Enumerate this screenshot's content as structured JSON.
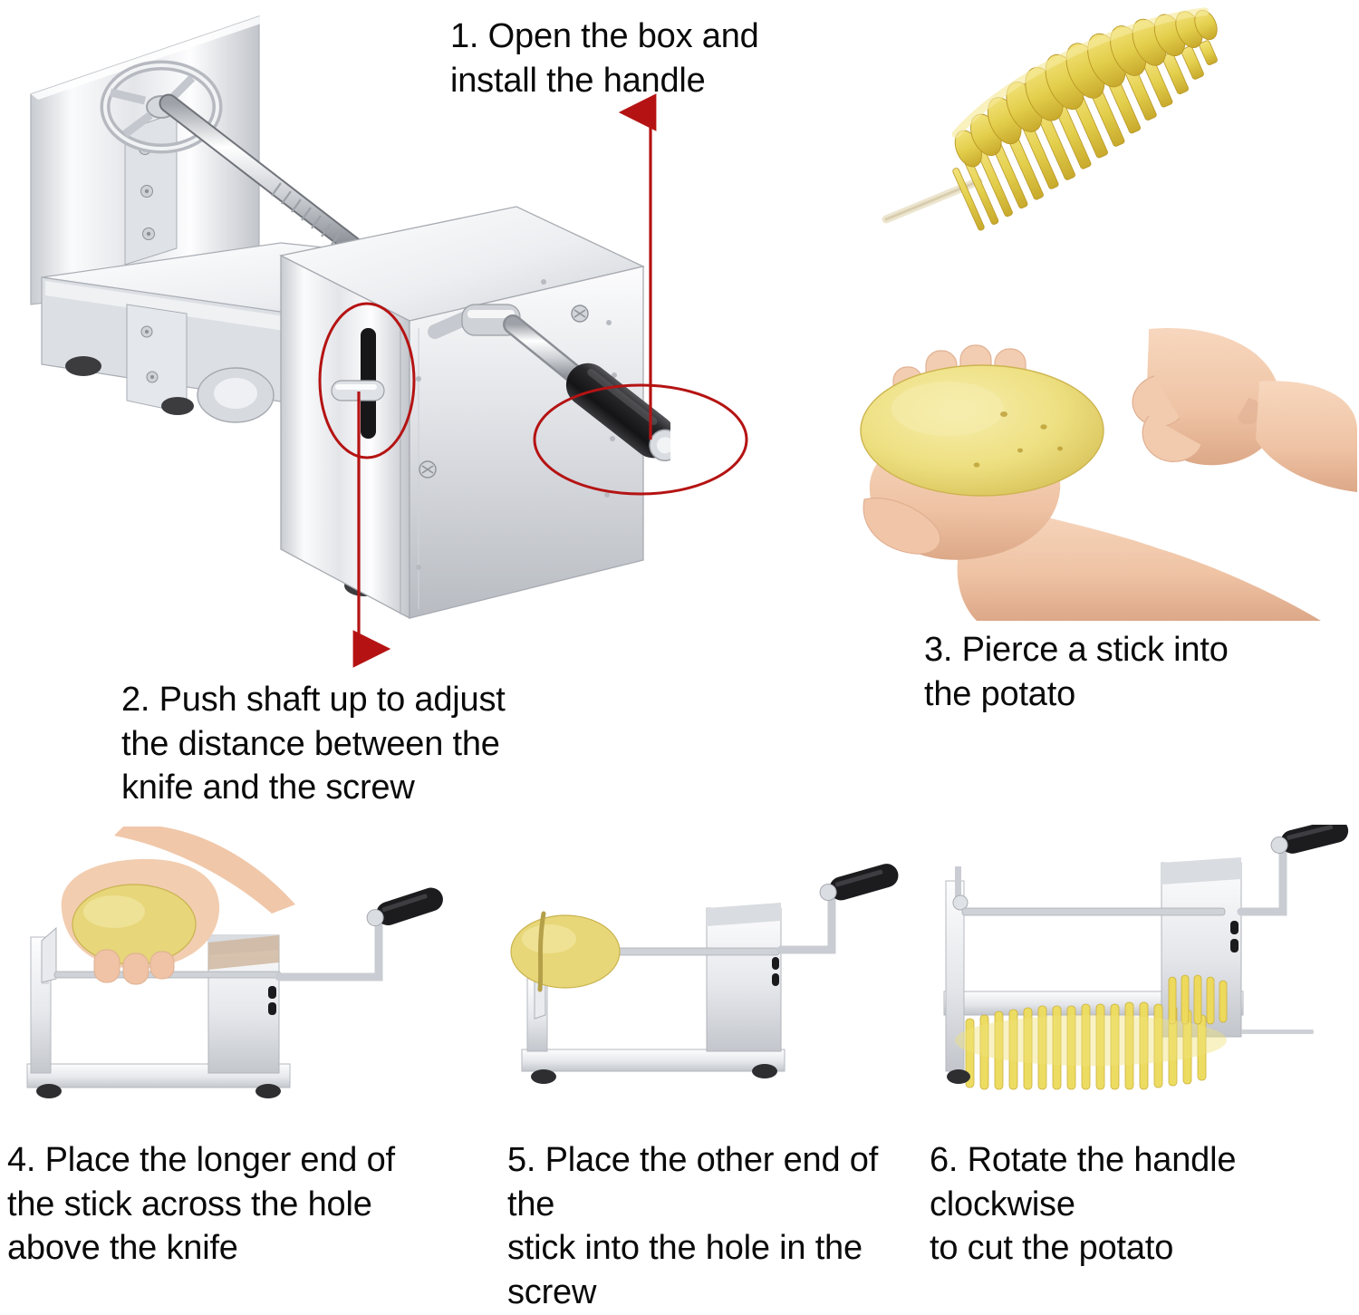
{
  "document": {
    "type": "product-instruction-sheet",
    "subject": "Stainless steel spiral potato cutter / twisted potato slicer",
    "background_color": "#ffffff",
    "text_color": "#0a0a0a",
    "annotation_color": "#b51313"
  },
  "steps": [
    {
      "number": "1.",
      "text": "1. Open the box and\n    install the handle",
      "caption_lines": [
        "1. Open the box and",
        "install the handle"
      ],
      "panel": "main-machine-photo"
    },
    {
      "number": "2.",
      "text": "2. Push shaft up to adjust\n    the distance between the\n    knife and the screw",
      "caption_lines": [
        "2. Push shaft up to adjust",
        "the distance between the",
        "knife and the screw"
      ],
      "panel": "main-machine-photo"
    },
    {
      "number": "3.",
      "text": "3. Pierce a stick into\n    the potato",
      "caption_lines": [
        "3. Pierce a stick into",
        "the potato"
      ],
      "panel": "hand-potato-photo"
    },
    {
      "number": "4.",
      "text": "4. Place the longer end of\n    the stick across the hole\n  above the knife",
      "caption_lines": [
        "4. Place the longer end of",
        "the stick across the hole",
        "above the knife"
      ],
      "panel": "step4-photo"
    },
    {
      "number": "5.",
      "text": "5. Place the other end of the\n   stick into the hole in the\n   screw",
      "caption_lines": [
        "5. Place the other end of the",
        "stick into the hole in the",
        "screw"
      ],
      "panel": "step5-photo"
    },
    {
      "number": "6.",
      "text": "6. Rotate the handle clockwise\n    to cut the potato",
      "caption_lines": [
        "6. Rotate the handle clockwise",
        "to cut the potato"
      ],
      "panel": "step6-photo"
    }
  ],
  "photos": {
    "main_machine": {
      "label": "Stainless steel spiral cutter, three-quarter view with crank handle installed",
      "body_color": "#e9eaec",
      "highlight_color": "#fbfcfd",
      "shadow_color": "#b9bcc1",
      "handle_color": "#1d1d1f",
      "foot_color": "#3b3b3d"
    },
    "spiral_potato": {
      "label": "Spiral-cut potato on a wooden skewer",
      "potato_color": "#e6d14a",
      "potato_dark": "#c9a62c",
      "skewer_color": "#e5ddc8"
    },
    "hand_potato": {
      "label": "Hand holding a raw potato, second hand holding a skewer",
      "skin_color": "#f0c3a6",
      "skin_shadow": "#dba588",
      "potato_color": "#efe07f"
    },
    "step4": {
      "label": "Side view: hand presses potato onto the cutter spike"
    },
    "step5": {
      "label": "Side view: potato pierced on the shaft next to the knife"
    },
    "step6": {
      "label": "Side view: fully spiralized potato stretched along the frame"
    }
  },
  "annotations": [
    {
      "name": "ellipse-handle",
      "shape": "ellipse",
      "target": "black crank handle grip",
      "color": "#b51313"
    },
    {
      "name": "ellipse-shaft-slot",
      "shape": "ellipse",
      "target": "shaft adjustment slot",
      "color": "#b51313"
    },
    {
      "name": "arrow-up-to-step1",
      "shape": "arrow",
      "direction": "up",
      "color": "#b51313"
    },
    {
      "name": "arrow-down-to-step2",
      "shape": "arrow",
      "direction": "down",
      "color": "#b51313"
    }
  ]
}
